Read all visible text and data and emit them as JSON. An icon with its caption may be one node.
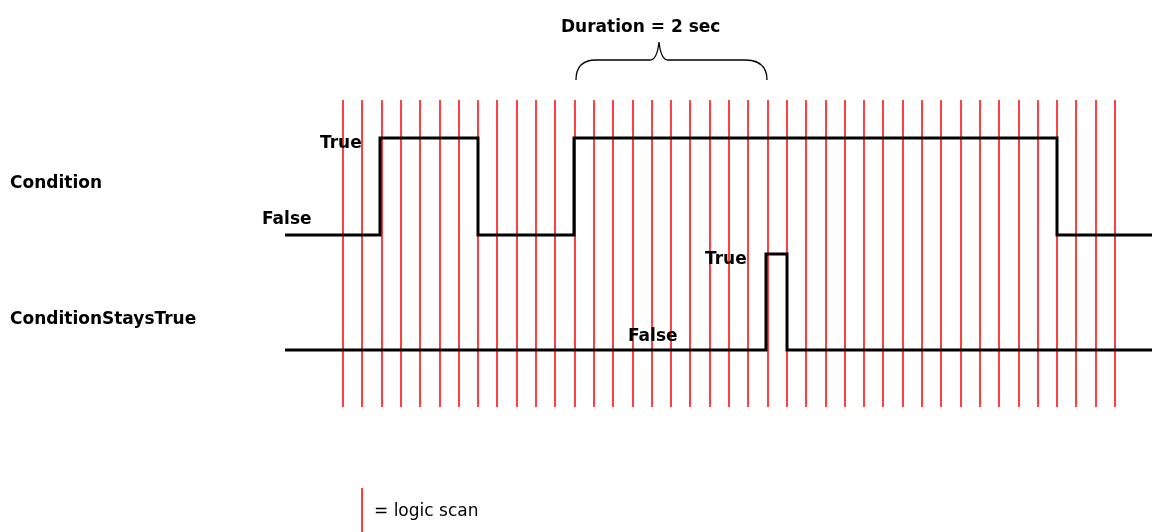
{
  "diagram": {
    "labels": [
      "Duration = 2 sec",
      "True",
      "Condition",
      "False",
      "True",
      "ConditionStaysTrue",
      "False"
    ],
    "legend": [
      {
        "text": "= logic scan"
      }
    ]
  }
}
